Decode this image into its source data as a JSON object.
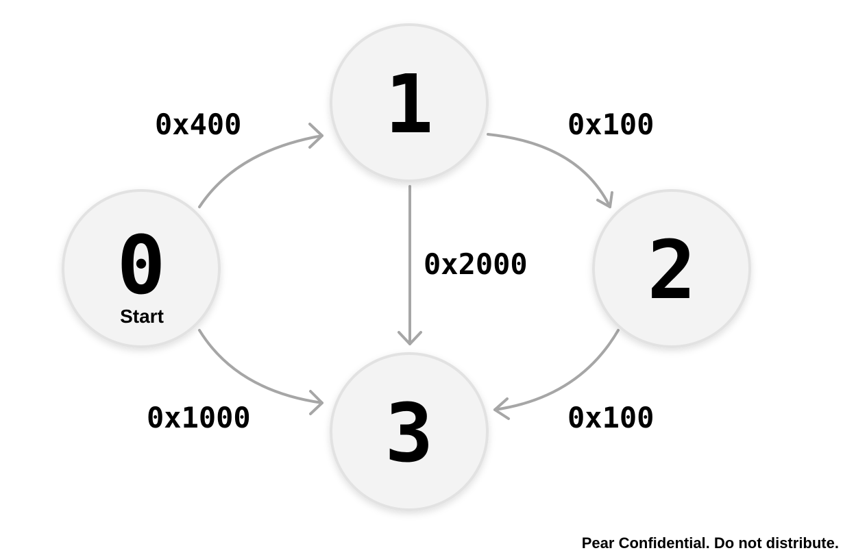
{
  "nodes": [
    {
      "id": "0",
      "label": "0",
      "sublabel": "Start"
    },
    {
      "id": "1",
      "label": "1"
    },
    {
      "id": "2",
      "label": "2"
    },
    {
      "id": "3",
      "label": "3"
    }
  ],
  "edges": [
    {
      "from": "0",
      "to": "1",
      "label": "0x400"
    },
    {
      "from": "1",
      "to": "2",
      "label": "0x100"
    },
    {
      "from": "1",
      "to": "3",
      "label": "0x2000"
    },
    {
      "from": "0",
      "to": "3",
      "label": "0x1000"
    },
    {
      "from": "2",
      "to": "3",
      "label": "0x100"
    }
  ],
  "colors": {
    "node_fill": "#f3f3f3",
    "node_border": "#e2e2e2",
    "edge": "#a6a6a6",
    "text": "#000000"
  },
  "footer": "Pear Confidential. Do not distribute."
}
